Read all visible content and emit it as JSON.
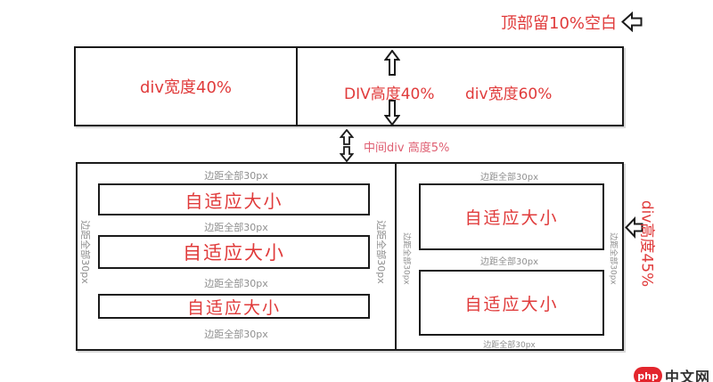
{
  "annotations": {
    "top_right": "顶部留10%空白",
    "middle": "中间div 高度5%",
    "right_side": "div高度45%"
  },
  "top_box": {
    "left": {
      "label": "div宽度40%"
    },
    "right": {
      "height_label": "DIV高度40%",
      "width_label": "div宽度60%"
    }
  },
  "bottom_box": {
    "margin_label": "边距全部30px",
    "adaptive_label": "自适应大小"
  },
  "logo": {
    "badge": "php",
    "suffix": "中文网"
  },
  "icons": {
    "up_arrow": "up-block-arrow",
    "down_arrow": "down-block-arrow",
    "left_arrow": "left-block-arrow"
  },
  "colors": {
    "accent_red": "#e03b3b",
    "pink_red": "#df5f72",
    "gray_label": "#8f8f8f",
    "border_black": "#1b1b1b",
    "logo_red": "#e3262d"
  }
}
